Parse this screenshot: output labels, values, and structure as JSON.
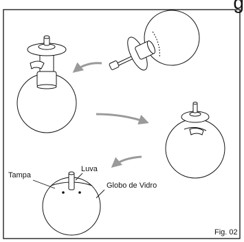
{
  "labels": {
    "tampa": "Tampa",
    "luva": "Luva",
    "globo": "Globo de Vidro"
  },
  "figure": {
    "caption": "Fig. 02",
    "corner_glyph": "g"
  },
  "colors": {
    "line": "#111111",
    "arrow": "#9a9a9a",
    "background": "#ffffff"
  }
}
